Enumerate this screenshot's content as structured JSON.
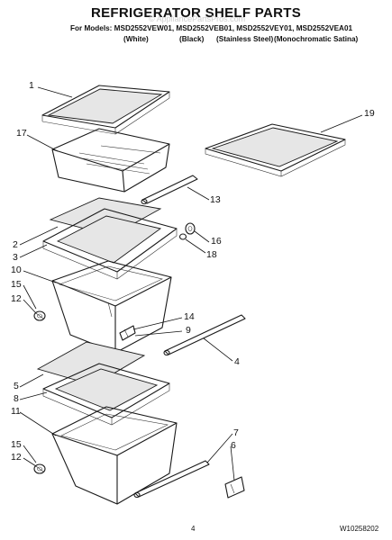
{
  "title": "REFRIGERATOR SHELF PARTS",
  "models_line": "For Models: MSD2552VEW01, MSD2552VEB01, MSD2552VEY01, MSD2552VEA01",
  "finishes": [
    "(White)",
    "(Black)",
    "(Stainless Steel)",
    "(Monochromatic Satina)"
  ],
  "watermark": "© AppliancePartsPros.com",
  "callouts": [
    "1",
    "19",
    "17",
    "13",
    "2",
    "16",
    "3",
    "18",
    "10",
    "15",
    "12",
    "14",
    "9",
    "4",
    "5",
    "8",
    "11",
    "7",
    "6",
    "15",
    "12"
  ],
  "footer": {
    "page_number": "4",
    "doc_number": "W10258202"
  },
  "colors": {
    "ink": "#111111",
    "glass": "#e6e6e6",
    "watermark": "#cfcfcf"
  }
}
